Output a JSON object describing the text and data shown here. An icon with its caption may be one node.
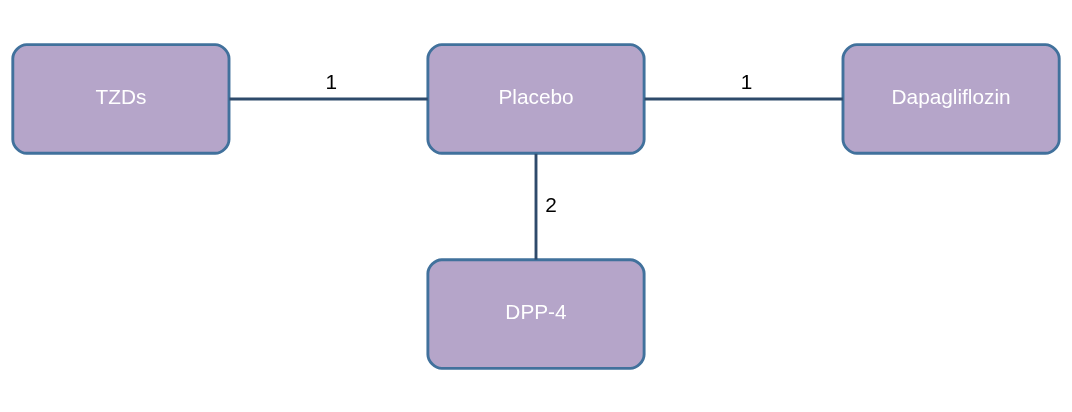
{
  "diagram": {
    "nodes": [
      {
        "text": [
          "TZDs"
        ]
      },
      {
        "text": [
          "Placebo"
        ]
      },
      {
        "text": [
          "Dapagliflozin"
        ]
      },
      {
        "text": [
          "DPP-4"
        ]
      }
    ],
    "edges": [
      {
        "from": 0,
        "to": 1,
        "arrow": "none",
        "label": "1"
      },
      {
        "from": 1,
        "to": 2,
        "arrow": "none",
        "label": "1"
      },
      {
        "from": 1,
        "to": 3,
        "arrow": "none",
        "label": "2"
      }
    ]
  }
}
